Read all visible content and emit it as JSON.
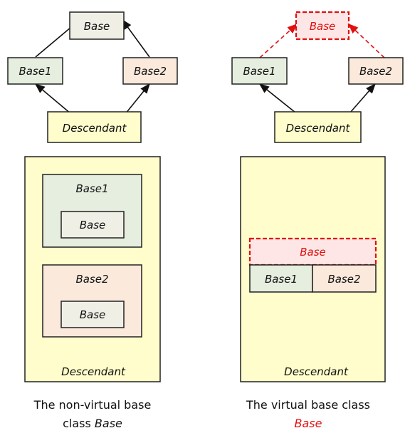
{
  "left_diagram": {
    "hierarchy": {
      "base": "Base",
      "base1": "Base1",
      "base2": "Base2",
      "descendant": "Descendant"
    },
    "layout": {
      "base1": "Base1",
      "base1_inner": "Base",
      "base2": "Base2",
      "base2_inner": "Base",
      "descendant": "Descendant"
    },
    "caption": {
      "line1": "The non-virtual base",
      "line2_prefix": "class ",
      "line2_class": "Base"
    }
  },
  "right_diagram": {
    "hierarchy": {
      "base": "Base",
      "base1": "Base1",
      "base2": "Base2",
      "descendant": "Descendant"
    },
    "layout": {
      "shared_base": "Base",
      "base1": "Base1",
      "base2": "Base2",
      "descendant": "Descendant"
    },
    "caption": {
      "line1": "The virtual base class",
      "line2_class": "Base"
    }
  },
  "colors": {
    "base_fill": "#efefe6",
    "base1_fill": "#e6eedf",
    "base2_fill": "#fbe9dc",
    "descendant_fill": "#fefdcb",
    "virtual_fill": "#ffe6e6",
    "virtual_accent": "#e01010",
    "stroke": "#222222"
  }
}
